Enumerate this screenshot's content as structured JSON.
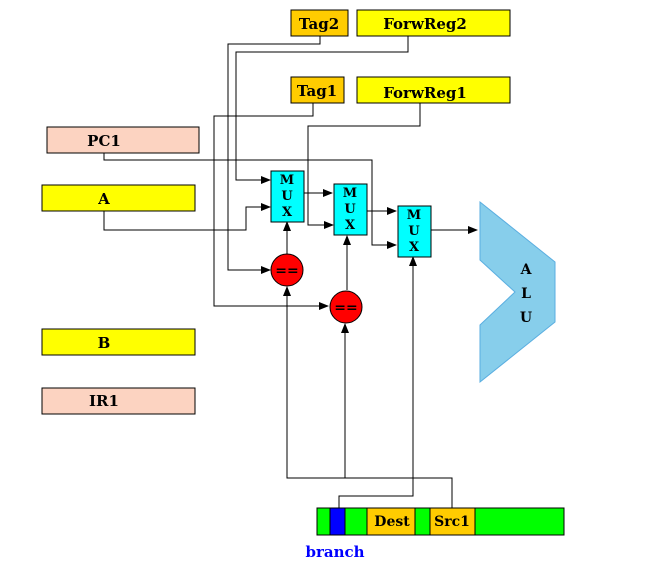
{
  "colors": {
    "register_yellow": "#ffff00",
    "register_pink": "#fcd3c1",
    "tag_orange": "#ffcc00",
    "mux_cyan": "#00ffff",
    "comparator_red": "#ff0000",
    "alu_blue": "#87ceeb",
    "instr_green": "#00ff00",
    "branch_blue": "#0000ff"
  },
  "registers": {
    "tag2": "Tag2",
    "forwreg2": "ForwReg2",
    "tag1": "Tag1",
    "forwreg1": "ForwReg1",
    "pc1": "PC1",
    "a": "A",
    "b": "B",
    "ir1": "IR1"
  },
  "mux": {
    "letters": [
      "M",
      "U",
      "X"
    ]
  },
  "comparator": {
    "label": "=="
  },
  "alu": {
    "letters": [
      "A",
      "L",
      "U"
    ]
  },
  "instruction": {
    "dest": "Dest",
    "src1": "Src1",
    "branch": "branch"
  }
}
